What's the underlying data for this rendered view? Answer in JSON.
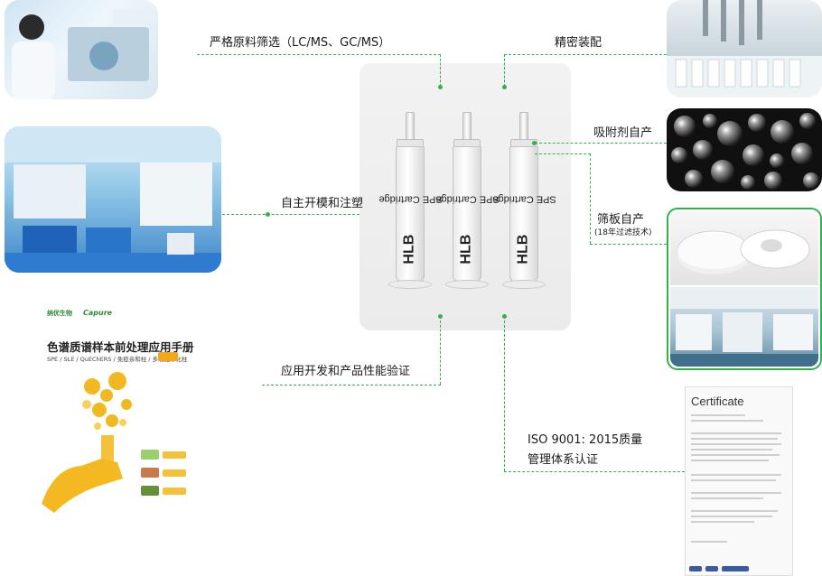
{
  "labels": {
    "raw_material": "严格原料筛选（LC/MS、GC/MS）",
    "precision_assembly": "精密装配",
    "sorbent": "吸附剂自产",
    "mold": "自主开模和注塑",
    "frit": "筛板自产",
    "frit_note": "(18年过滤技术)",
    "app_dev": "应用开发和产品性能验证",
    "iso_line1": "ISO 9001: 2015质量",
    "iso_line2": "管理体系认证"
  },
  "cartridge": {
    "brand": "HLB",
    "type": "SPE Cartridge"
  },
  "manual": {
    "logo_left": "纳优生物",
    "logo_right": "Capure",
    "title": "色谱质谱样本前处理应用手册",
    "subtitle": "SPE / SLE / QuEChERS / 免疫亲和柱 / 多功能净化柱"
  },
  "certificate": {
    "title": "Certificate"
  },
  "colors": {
    "accent_green": "#34b24a",
    "manual_orange": "#f2a81d"
  },
  "icons": [
    "cartridge-icon",
    "flask-icon"
  ]
}
